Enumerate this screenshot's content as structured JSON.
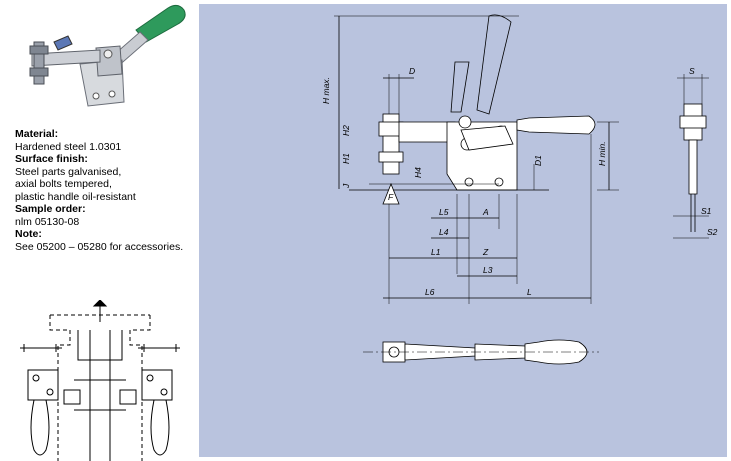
{
  "specs": [
    {
      "heading": "Material:",
      "lines": [
        "Hardened steel 1.0301"
      ]
    },
    {
      "heading": "Surface finish:",
      "lines": [
        "Steel parts galvanised,",
        "axial bolts tempered,",
        "plastic handle oil-resistant"
      ]
    },
    {
      "heading": "Sample order:",
      "lines": [
        "nlm 05130-08"
      ]
    },
    {
      "heading": "Note:",
      "lines": [
        "See 05200 – 05280 for accessories."
      ]
    }
  ],
  "dimensions": {
    "h_max": "H max.",
    "h_min": "H min.",
    "d": "D",
    "h2": "H2",
    "h1": "H1",
    "h4": "H4",
    "j": "J",
    "f": "F",
    "d1": "D1",
    "l5": "L5",
    "a": "A",
    "l4": "L4",
    "z": "Z",
    "l1": "L1",
    "l3": "L3",
    "l6": "L6",
    "l": "L",
    "s": "S",
    "s1": "S1",
    "s2": "S2"
  },
  "colors": {
    "panel_bg": "#b9c3de",
    "handle_green": "#2e8b57"
  }
}
